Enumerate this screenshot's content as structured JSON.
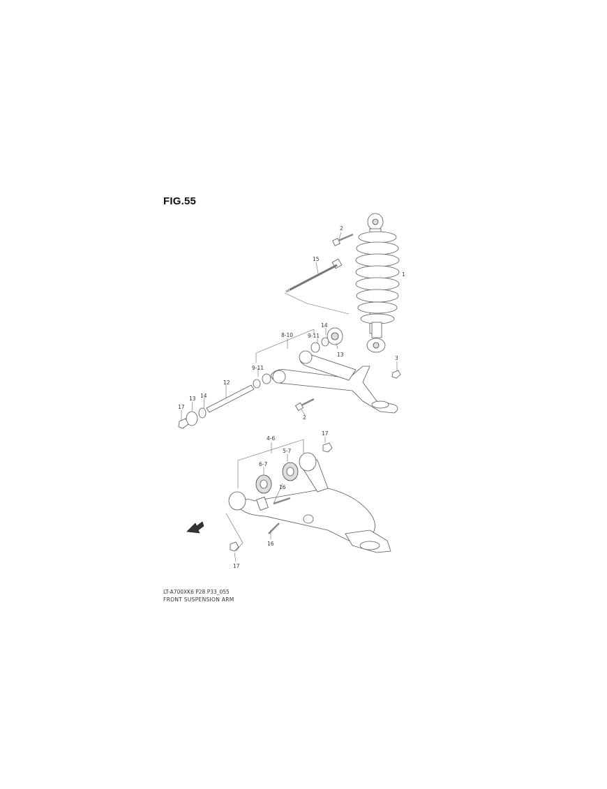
{
  "figure": {
    "title": "FIG.55",
    "code": "LT-A700XK6 P28 P33_055",
    "name": "FRONT SUSPENSION ARM"
  },
  "callouts": {
    "c1": "1",
    "c2_top": "2",
    "c2_mid": "2",
    "c3": "3",
    "c4_6": "4-6",
    "c5_7": "5-7",
    "c6_7": "6-7",
    "c8_10": "8-10",
    "c9_11_a": "9-11",
    "c9_11_b": "9-11",
    "c12": "12",
    "c13_a": "13",
    "c13_b": "13",
    "c14_a": "14",
    "c14_b": "14",
    "c15": "15",
    "c16_a": "16",
    "c16_b": "16",
    "c17_a": "17",
    "c17_b": "17",
    "c17_c": "17"
  },
  "icons": {
    "front_arrow": "front-direction-arrow-icon"
  }
}
